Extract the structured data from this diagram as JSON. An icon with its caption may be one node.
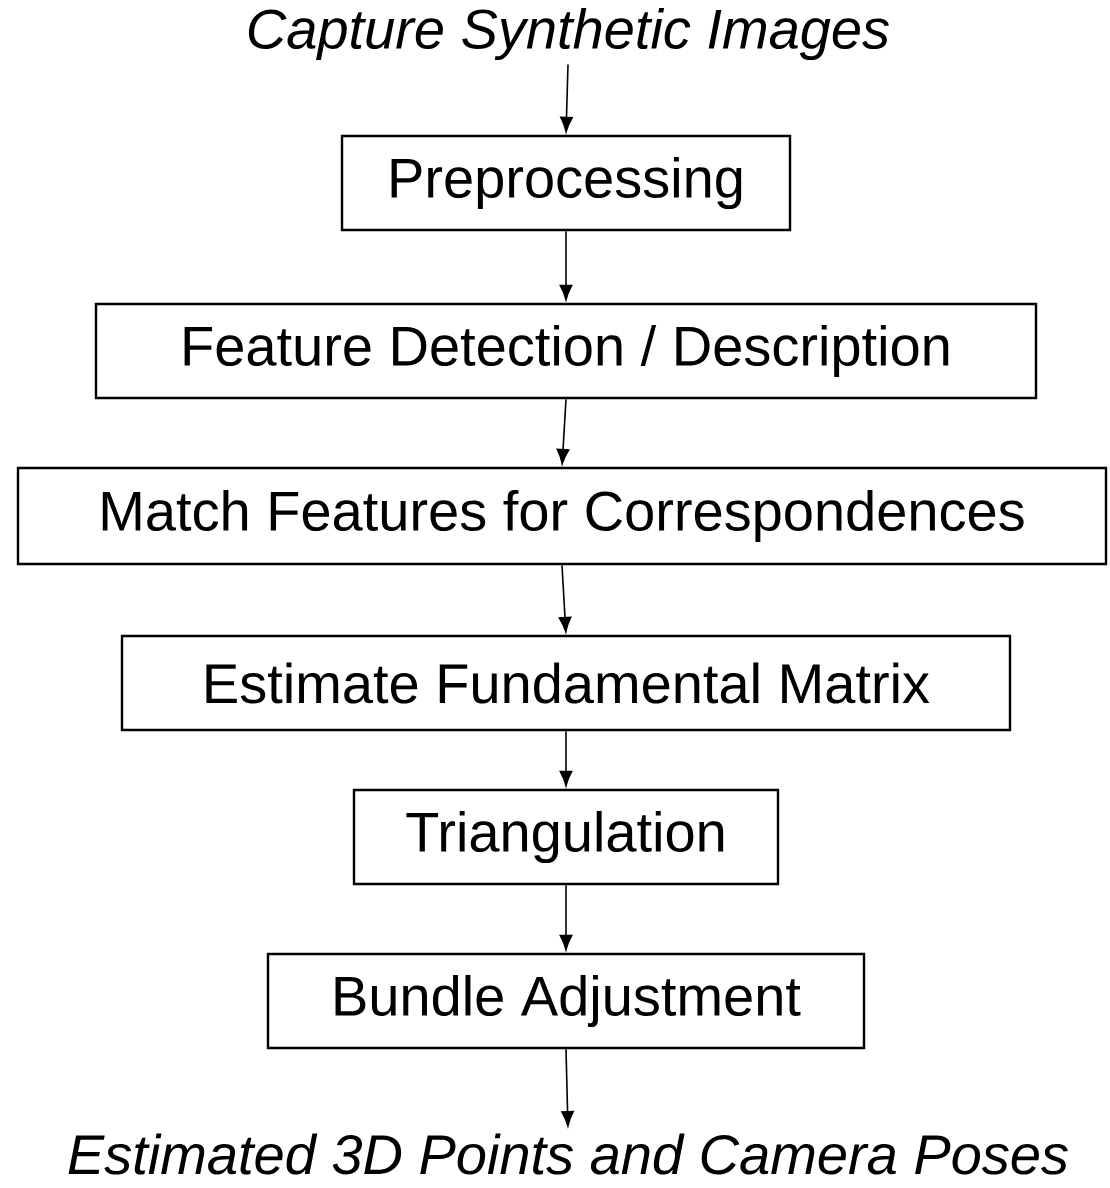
{
  "diagram": {
    "nodes": [
      {
        "text": [
          "Capture Synthetic Images"
        ]
      },
      {
        "text": [
          "Preprocessing"
        ]
      },
      {
        "text": [
          "Feature Detection / Description"
        ]
      },
      {
        "text": [
          "Match Features for Correspondences"
        ]
      },
      {
        "text": [
          "Estimate Fundamental Matrix"
        ]
      },
      {
        "text": [
          "Triangulation"
        ]
      },
      {
        "text": [
          "Bundle Adjustment"
        ]
      },
      {
        "text": [
          "Estimated 3D Points and Camera Poses"
        ]
      }
    ],
    "edges": [
      {
        "from": 0,
        "to": 1,
        "arrow": "to"
      },
      {
        "from": 1,
        "to": 2,
        "arrow": "to"
      },
      {
        "from": 2,
        "to": 3,
        "arrow": "to"
      },
      {
        "from": 3,
        "to": 4,
        "arrow": "to"
      },
      {
        "from": 4,
        "to": 5,
        "arrow": "to"
      },
      {
        "from": 5,
        "to": 6,
        "arrow": "to"
      },
      {
        "from": 6,
        "to": 7,
        "arrow": "to"
      }
    ]
  }
}
